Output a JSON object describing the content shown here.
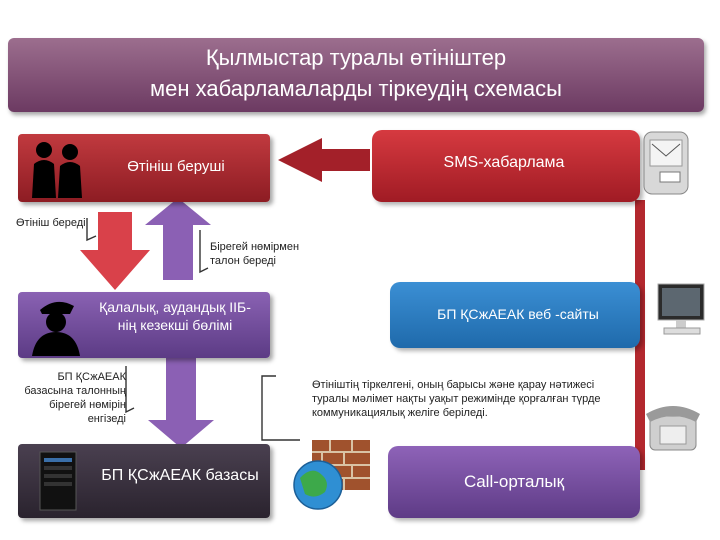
{
  "title": {
    "line1": "Қылмыстар туралы өтініштер",
    "line2": "мен хабарламаларды тіркеудің схемасы"
  },
  "nodes": {
    "applicant": "Өтініш беруші",
    "sms": "SMS-хабарлама",
    "police_unit": "Қалалық, аудандық ІІБ-нің кезекші бөлімі",
    "website": "БП ҚСжАЕАК веб -сайты",
    "database": "БП ҚСжАЕАК базасы",
    "call_center": "Call-орталық"
  },
  "notes": {
    "submits": "Өтініш береді",
    "talon": "Бірегей нөмірмен талон береді",
    "enter_number": "БП ҚСжАЕАК базасына талонның бірегей нөмірін енгізеді",
    "info": "Өтініштің тіркелгені, оның барысы және қарау нәтижесі туралы мәлімет нақты уақыт режимінде қорғалған түрде коммуникациялық желіге беріледі."
  },
  "icons": {
    "applicant": "people-silhouette-icon",
    "police": "officer-silhouette-icon",
    "server": "server-icon",
    "phone_sms": "mobile-phone-sms-icon",
    "monitor": "computer-monitor-icon",
    "telephone": "desk-telephone-icon",
    "firewall": "brick-wall-icon",
    "globe": "globe-icon"
  },
  "colors": {
    "title": "#7a4870",
    "red": "#b3282e",
    "red_arrow": "#d9414a",
    "purple": "#7e56a5",
    "blue": "#2a7cc2",
    "dark": "#3b2f3f"
  }
}
